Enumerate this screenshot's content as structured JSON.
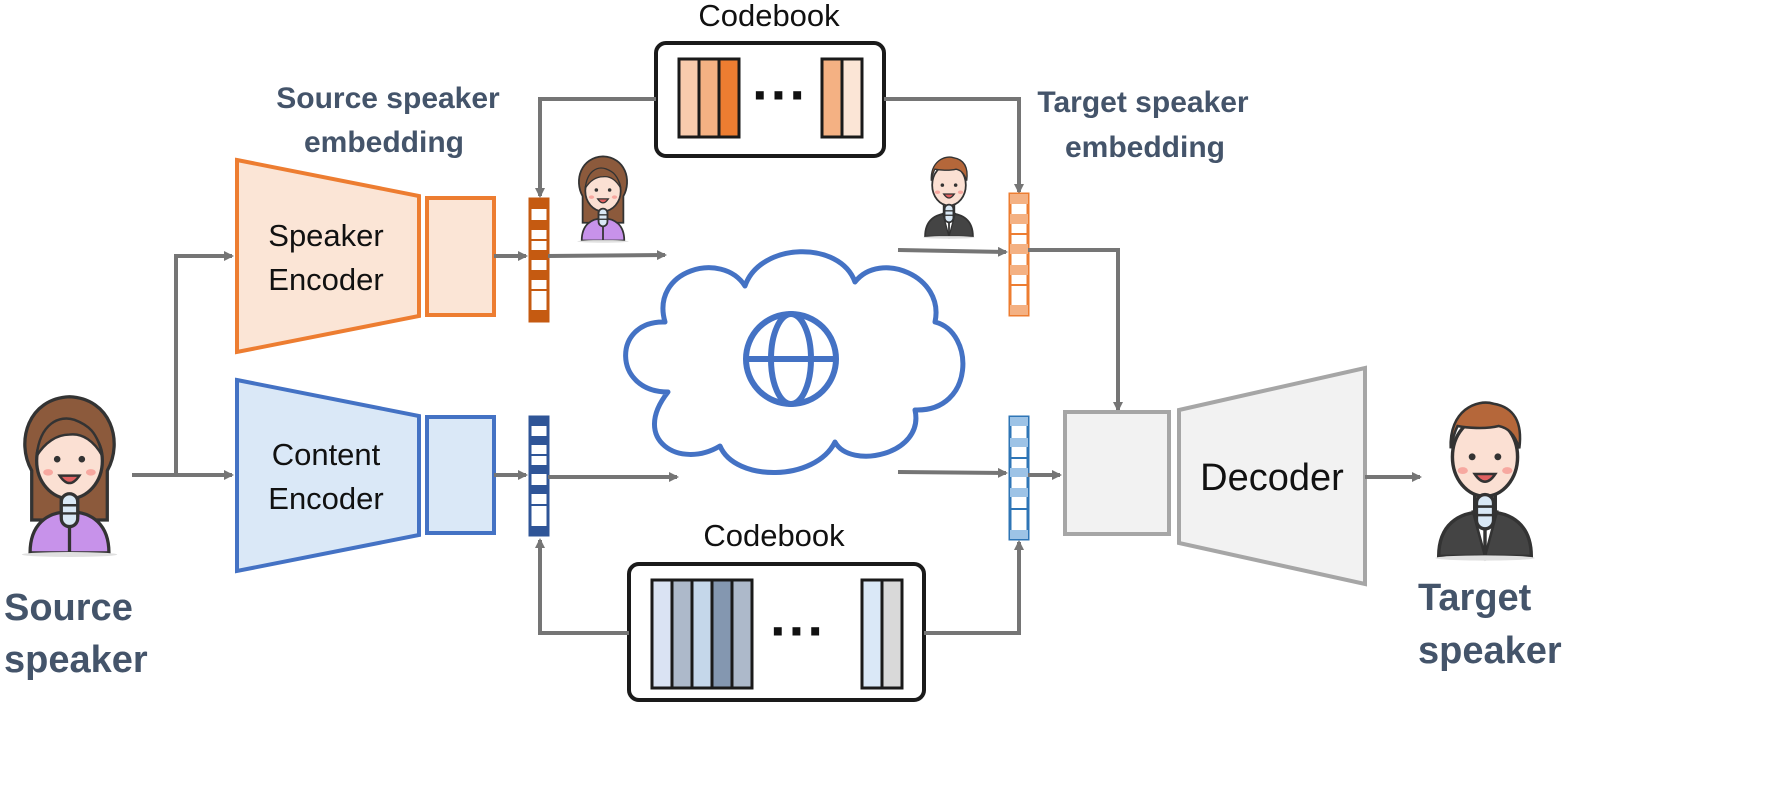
{
  "speaker_encoder": {
    "line1": "Speaker",
    "line2": "Encoder"
  },
  "content_encoder": {
    "line1": "Content",
    "line2": "Encoder"
  },
  "decoder": {
    "label": "Decoder"
  },
  "codebook_top": {
    "title": "Codebook",
    "ellipsis": "···"
  },
  "codebook_bottom": {
    "title": "Codebook",
    "ellipsis": "···"
  },
  "source_embedding": {
    "line1": "Source speaker",
    "line2": "embedding"
  },
  "target_embedding": {
    "line1": "Target speaker",
    "line2": "embedding"
  },
  "source_speaker": {
    "line1": "Source",
    "line2": "speaker"
  },
  "target_speaker": {
    "line1": "Target",
    "line2": "speaker"
  },
  "colors": {
    "speaker_stroke": "#ed7d31",
    "speaker_fill": "#fbe5d6",
    "content_stroke": "#4472c4",
    "content_fill": "#dae8f7",
    "decoder_stroke": "#a6a6a6",
    "decoder_fill": "#f2f2f2",
    "arrow": "#757575",
    "label_dark": "#44546a",
    "cloud": "#4472c4"
  },
  "icons": {
    "source_speaker": "woman-with-microphone-icon",
    "target_speaker": "man-with-microphone-icon",
    "network": "cloud-globe-icon"
  }
}
